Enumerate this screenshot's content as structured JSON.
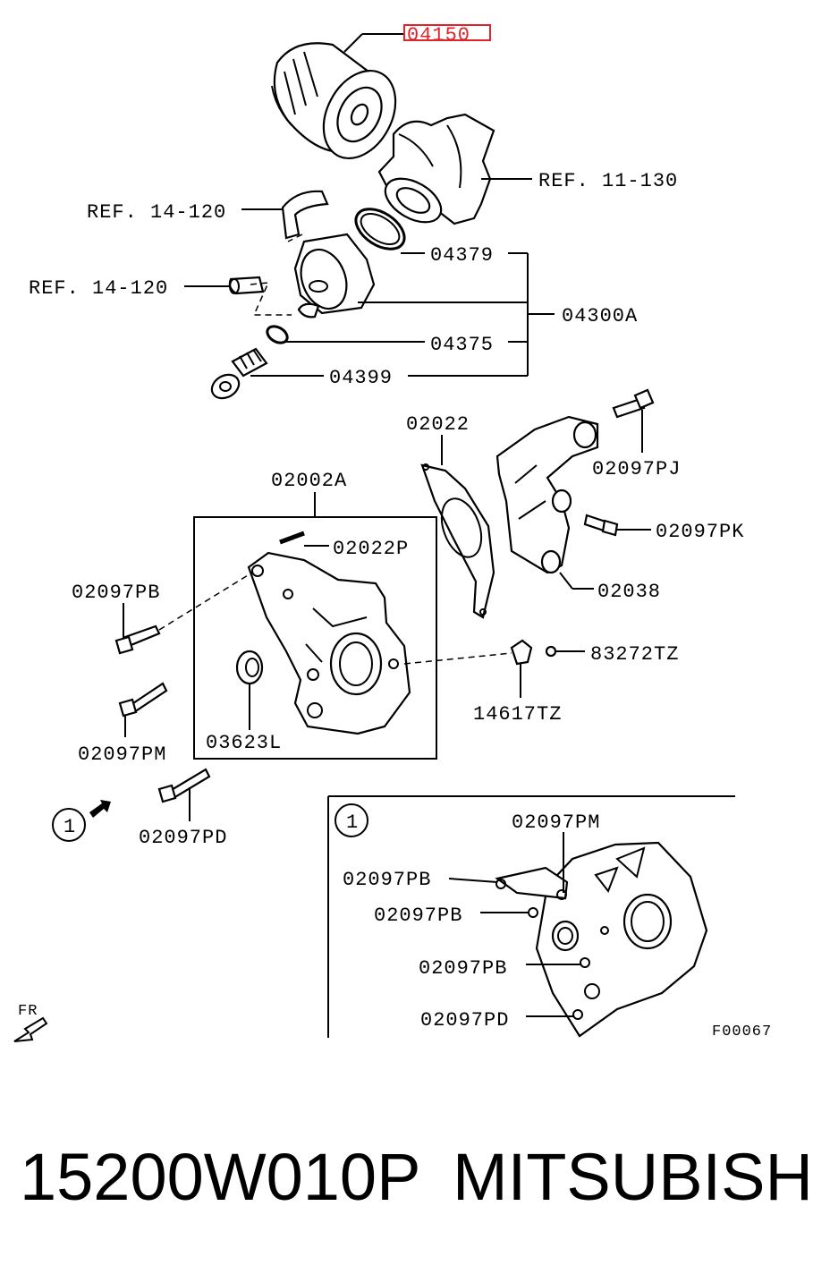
{
  "labels": {
    "oil_filter": "04150",
    "ref_11_130": "REF. 11-130",
    "ref_14_120_a": "REF. 14-120",
    "ref_14_120_b": "REF. 14-120",
    "p04379": "04379",
    "p04300a": "04300A",
    "p04375": "04375",
    "p04399": "04399",
    "p02022": "02022",
    "p02097pj": "02097PJ",
    "p02002a": "02002A",
    "p02022p": "02022P",
    "p02097pk": "02097PK",
    "p02097pb": "02097PB",
    "p02038": "02038",
    "p83272tz": "83272TZ",
    "p14617tz": "14617TZ",
    "p03623l": "03623L",
    "p02097pm": "02097PM",
    "p02097pd": "02097PD",
    "callout_1": "1",
    "fr": "FR",
    "inset_callout": "1",
    "inset_02097pm": "02097PM",
    "inset_02097pb_1": "02097PB",
    "inset_02097pb_2": "02097PB",
    "inset_02097pb_3": "02097PB",
    "inset_02097pd": "02097PD",
    "figure_code": "F00067"
  },
  "footer": {
    "part_number": "15200W010P",
    "brand": "MITSUBISHI"
  },
  "highlight_color": "#e0242b"
}
